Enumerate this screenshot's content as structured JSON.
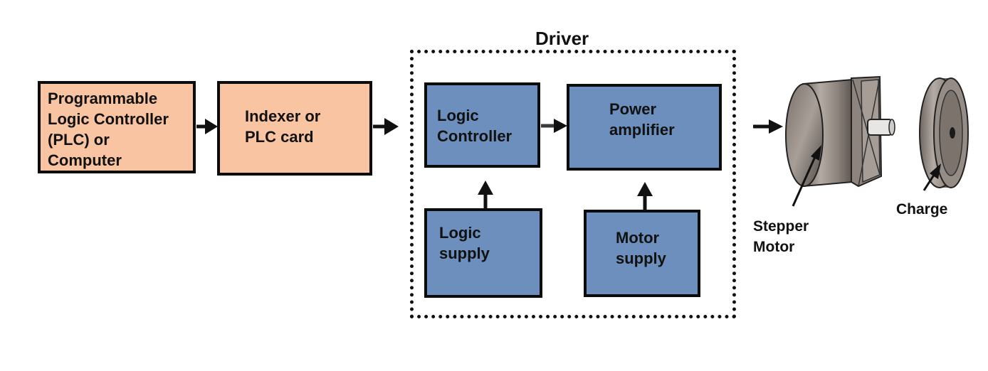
{
  "driver": {
    "title": "Driver",
    "logic_controller": "Logic\nController",
    "power_amplifier": "Power\namplifier",
    "logic_supply": "Logic\nsupply",
    "motor_supply": "Motor\nsupply"
  },
  "plc": {
    "label": "Programmable\nLogic Controller\n(PLC) or\nComputer"
  },
  "indexer": {
    "label": "Indexer or\nPLC card"
  },
  "outputs": {
    "stepper_motor": "Stepper\nMotor",
    "charge": "Charge"
  },
  "colors": {
    "source_blocks": "#f8c4a1",
    "driver_blocks": "#6d8fbd",
    "outline": "#0b0b0b",
    "motor_metal": "#8a7f78"
  },
  "icons": {
    "motor": "stepper-motor-icon",
    "load": "load-disc-icon"
  }
}
